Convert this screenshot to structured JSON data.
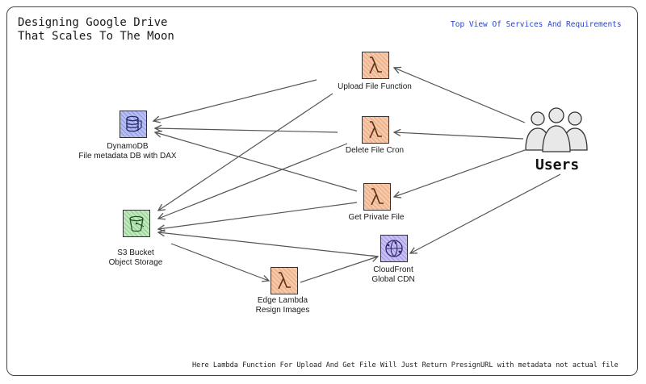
{
  "title": {
    "line1": "Designing Google Drive",
    "line2": "That Scales To The Moon"
  },
  "subtitle": "Top View Of Services And Requirements",
  "footnote": "Here Lambda Function For Upload And Get File Will Just Return PresignURL with metadata not actual file",
  "nodes": {
    "upload_fn": {
      "label": "Upload File Function",
      "icon": "lambda-icon"
    },
    "delete_cron": {
      "label": "Delete File Cron",
      "icon": "lambda-icon"
    },
    "get_private": {
      "label": "Get Private File",
      "icon": "lambda-icon"
    },
    "edge_lambda": {
      "line1": "Edge Lambda",
      "line2": "Resign Images",
      "icon": "lambda-icon"
    },
    "dynamodb": {
      "line1": "DynamoDB",
      "line2": "File metadata DB with DAX",
      "icon": "dynamodb-icon"
    },
    "s3": {
      "line1": "S3 Bucket",
      "line2": "Object Storage",
      "icon": "s3-bucket-icon"
    },
    "cloudfront": {
      "line1": "CloudFront",
      "line2": "Global CDN",
      "icon": "cloudfront-icon"
    },
    "users": {
      "label": "Users",
      "icon": "users-group-icon"
    }
  },
  "edges": [
    [
      "users",
      "upload_fn"
    ],
    [
      "users",
      "delete_cron"
    ],
    [
      "users",
      "get_private"
    ],
    [
      "users",
      "cloudfront"
    ],
    [
      "upload_fn",
      "dynamodb"
    ],
    [
      "upload_fn",
      "s3"
    ],
    [
      "delete_cron",
      "dynamodb"
    ],
    [
      "delete_cron",
      "s3"
    ],
    [
      "get_private",
      "dynamodb"
    ],
    [
      "get_private",
      "s3"
    ],
    [
      "cloudfront",
      "s3"
    ],
    [
      "s3",
      "edge_lambda"
    ],
    [
      "edge_lambda",
      "cloudfront"
    ]
  ],
  "colors": {
    "lambda": "#f7c8a8",
    "dynamodb": "#b8bff0",
    "s3": "#bfe8bf",
    "cloudfront": "#c8c0f2",
    "subtitle": "#2a45c8"
  }
}
